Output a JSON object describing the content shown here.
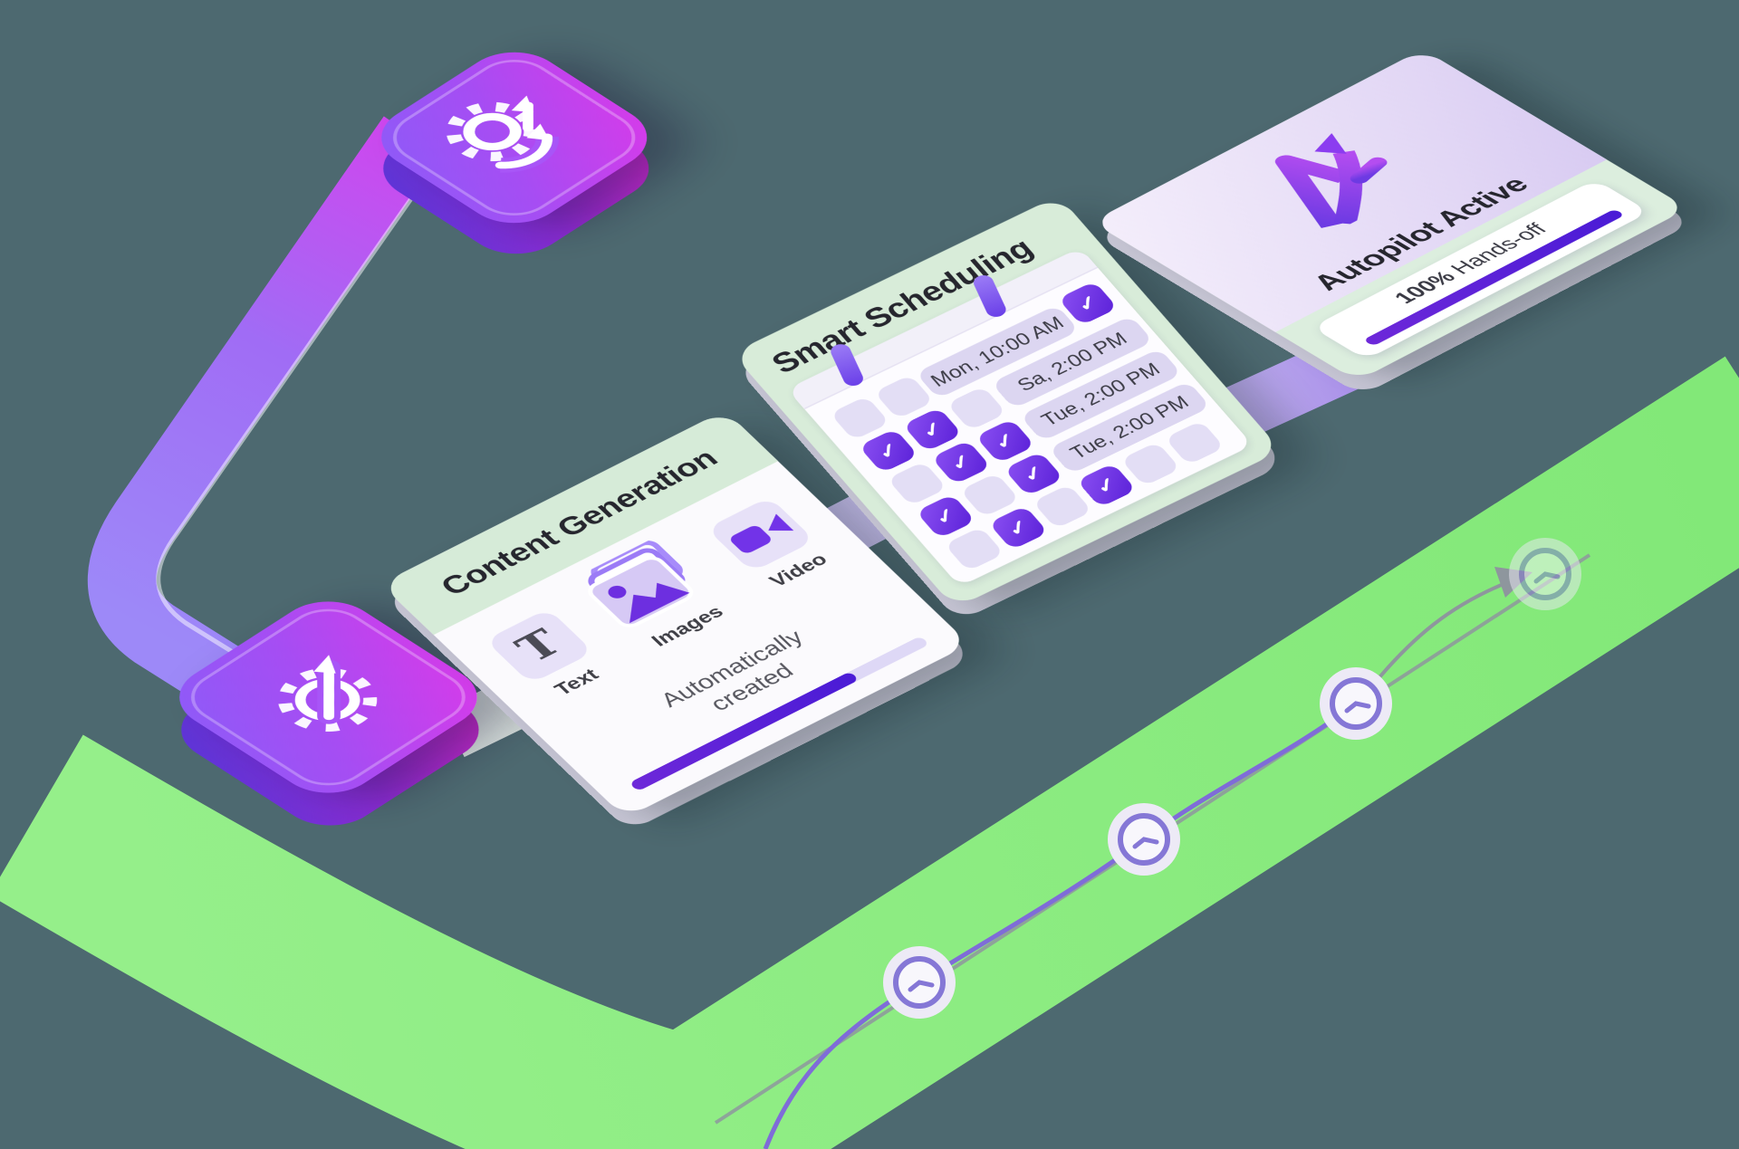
{
  "scene": {
    "background_color": "#4d6970",
    "band_color": "#8deb83",
    "accent_purple": "#5b24e0",
    "card_green": "#d8ecd9",
    "lavender": "#ded2f4"
  },
  "tiles": {
    "automation_tile": {
      "icon": "gear-sync-icon"
    },
    "engine_tile": {
      "icon": "gear-arrow-icon"
    }
  },
  "cards": {
    "content_generation": {
      "title": "Content Generation",
      "items": [
        {
          "label": "Text",
          "icon": "text-icon",
          "glyph": "T"
        },
        {
          "label": "Images",
          "icon": "images-icon"
        },
        {
          "label": "Video",
          "icon": "video-icon"
        }
      ],
      "caption": "Automatically created",
      "progress_percent": 76
    },
    "smart_scheduling": {
      "title": "Smart Scheduling",
      "slots": [
        "Mon, 10:00 AM",
        "Sa, 2:00 PM",
        "Tue, 2:00 PM",
        "Tue, 2:00 PM"
      ]
    },
    "autopilot": {
      "title": "Autopilot Active",
      "stat_value": "100%",
      "stat_label": "Hands-off",
      "progress_percent": 100
    }
  },
  "timeline": {
    "icon": "clock-icon",
    "clock_count": 4
  }
}
